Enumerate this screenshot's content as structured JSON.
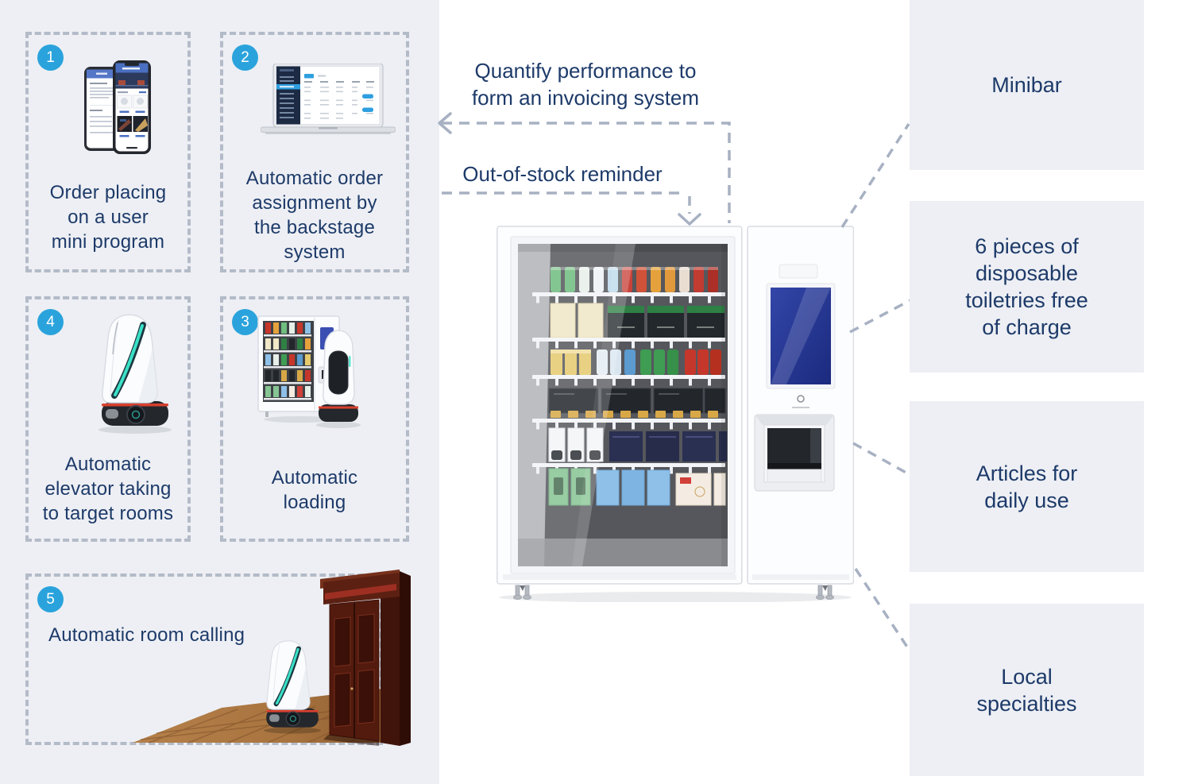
{
  "palette": {
    "panel_gray": "#edeff4",
    "card_dash_border": "#b4bbc8",
    "connector_gray": "#a7b1c2",
    "badge_blue": "#2aa3dc",
    "text_navy": "#1d3a69",
    "machine_screen_blue": "#2c3da0",
    "robot_stripe_teal": "#3ae0c6",
    "wood_floor_brown": "#a9743f",
    "door_brown": "#5a1f14"
  },
  "steps": [
    {
      "number": "1",
      "caption_lines": [
        "Order placing",
        "on a user",
        "mini program"
      ],
      "image": "user-mini-program-phones"
    },
    {
      "number": "2",
      "caption_lines": [
        "Automatic order",
        "assignment by",
        "the backstage",
        "system"
      ],
      "image": "backstage-system-laptop"
    },
    {
      "number": "3",
      "caption_lines": [
        "Automatic",
        "loading"
      ],
      "image": "robot-loading-at-vending-machine"
    },
    {
      "number": "4",
      "caption_lines": [
        "Automatic",
        "elevator taking",
        "to target rooms"
      ],
      "image": "delivery-robot"
    },
    {
      "number": "5",
      "caption_lines": [
        "Automatic room calling"
      ],
      "image": "robot-at-room-door"
    }
  ],
  "callouts": {
    "quantify_lines": [
      "Quantify performance to",
      "form an invoicing system"
    ],
    "out_of_stock": "Out-of-stock reminder"
  },
  "machine": {
    "image": "smart-hotel-vending-machine"
  },
  "features": [
    {
      "lines": [
        "Minibar"
      ]
    },
    {
      "lines": [
        "6 pieces of",
        "disposable",
        "toiletries free",
        "of charge"
      ]
    },
    {
      "lines": [
        "Articles for",
        "daily use"
      ]
    },
    {
      "lines": [
        "Local",
        "specialties"
      ]
    }
  ]
}
